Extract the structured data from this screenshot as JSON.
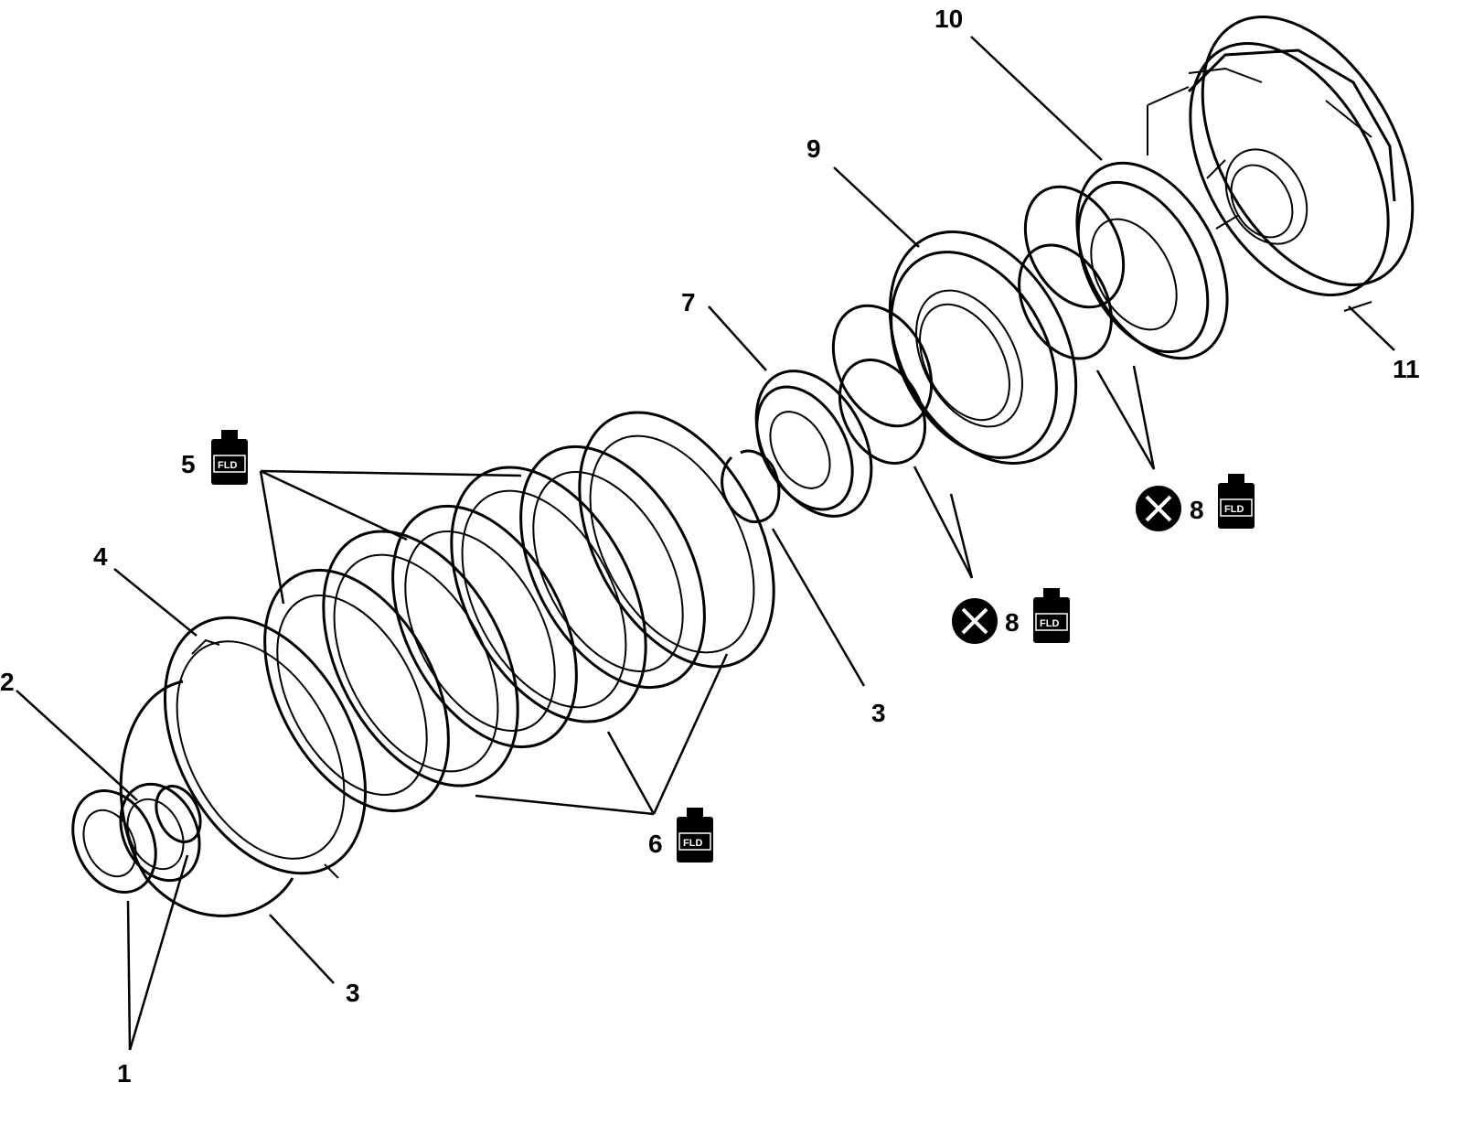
{
  "callouts": {
    "c1": "1",
    "c2": "2",
    "c3a": "3",
    "c3b": "3",
    "c4": "4",
    "c5": "5",
    "c6": "6",
    "c7": "7",
    "c8a": "8",
    "c8b": "8",
    "c9": "9",
    "c10": "10",
    "c11": "11"
  },
  "fluid_label": "FLD",
  "icons": {
    "fluid": "fluid-bottle-icon",
    "discard": "do-not-reuse-icon"
  }
}
